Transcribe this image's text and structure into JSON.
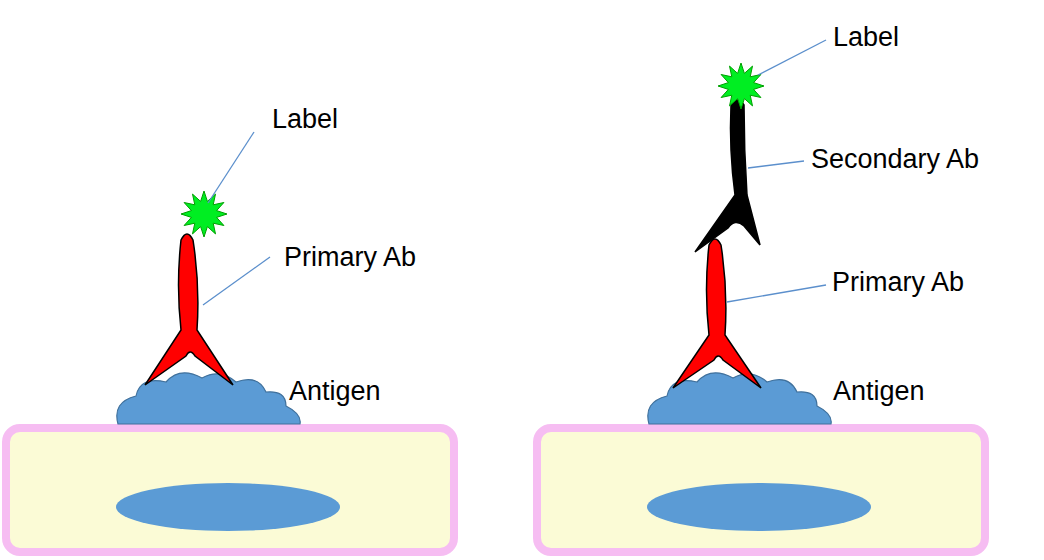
{
  "diagram": {
    "labels": [
      "Label",
      "Primary Ab",
      "Antigen",
      "Label",
      "Secondary Ab",
      "Primary Ab",
      "Antigen"
    ]
  }
}
